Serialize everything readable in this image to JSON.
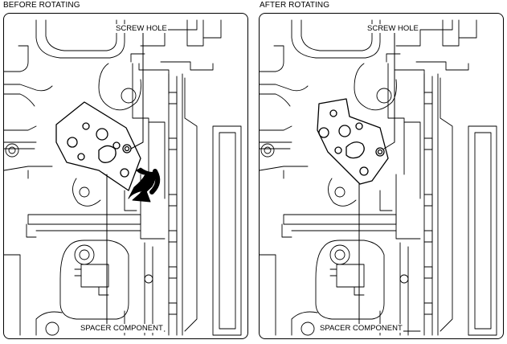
{
  "captions": {
    "before": "BEFORE ROTATING",
    "after": "AFTER ROTATING"
  },
  "labels": {
    "screw_hole": "SCREW HOLE",
    "spacer_component": "SPACER COMPONENT"
  },
  "colors": {
    "line": "#000000",
    "background": "#ffffff"
  },
  "icons": {
    "rotation_arrow": "curved-arrow-icon"
  }
}
